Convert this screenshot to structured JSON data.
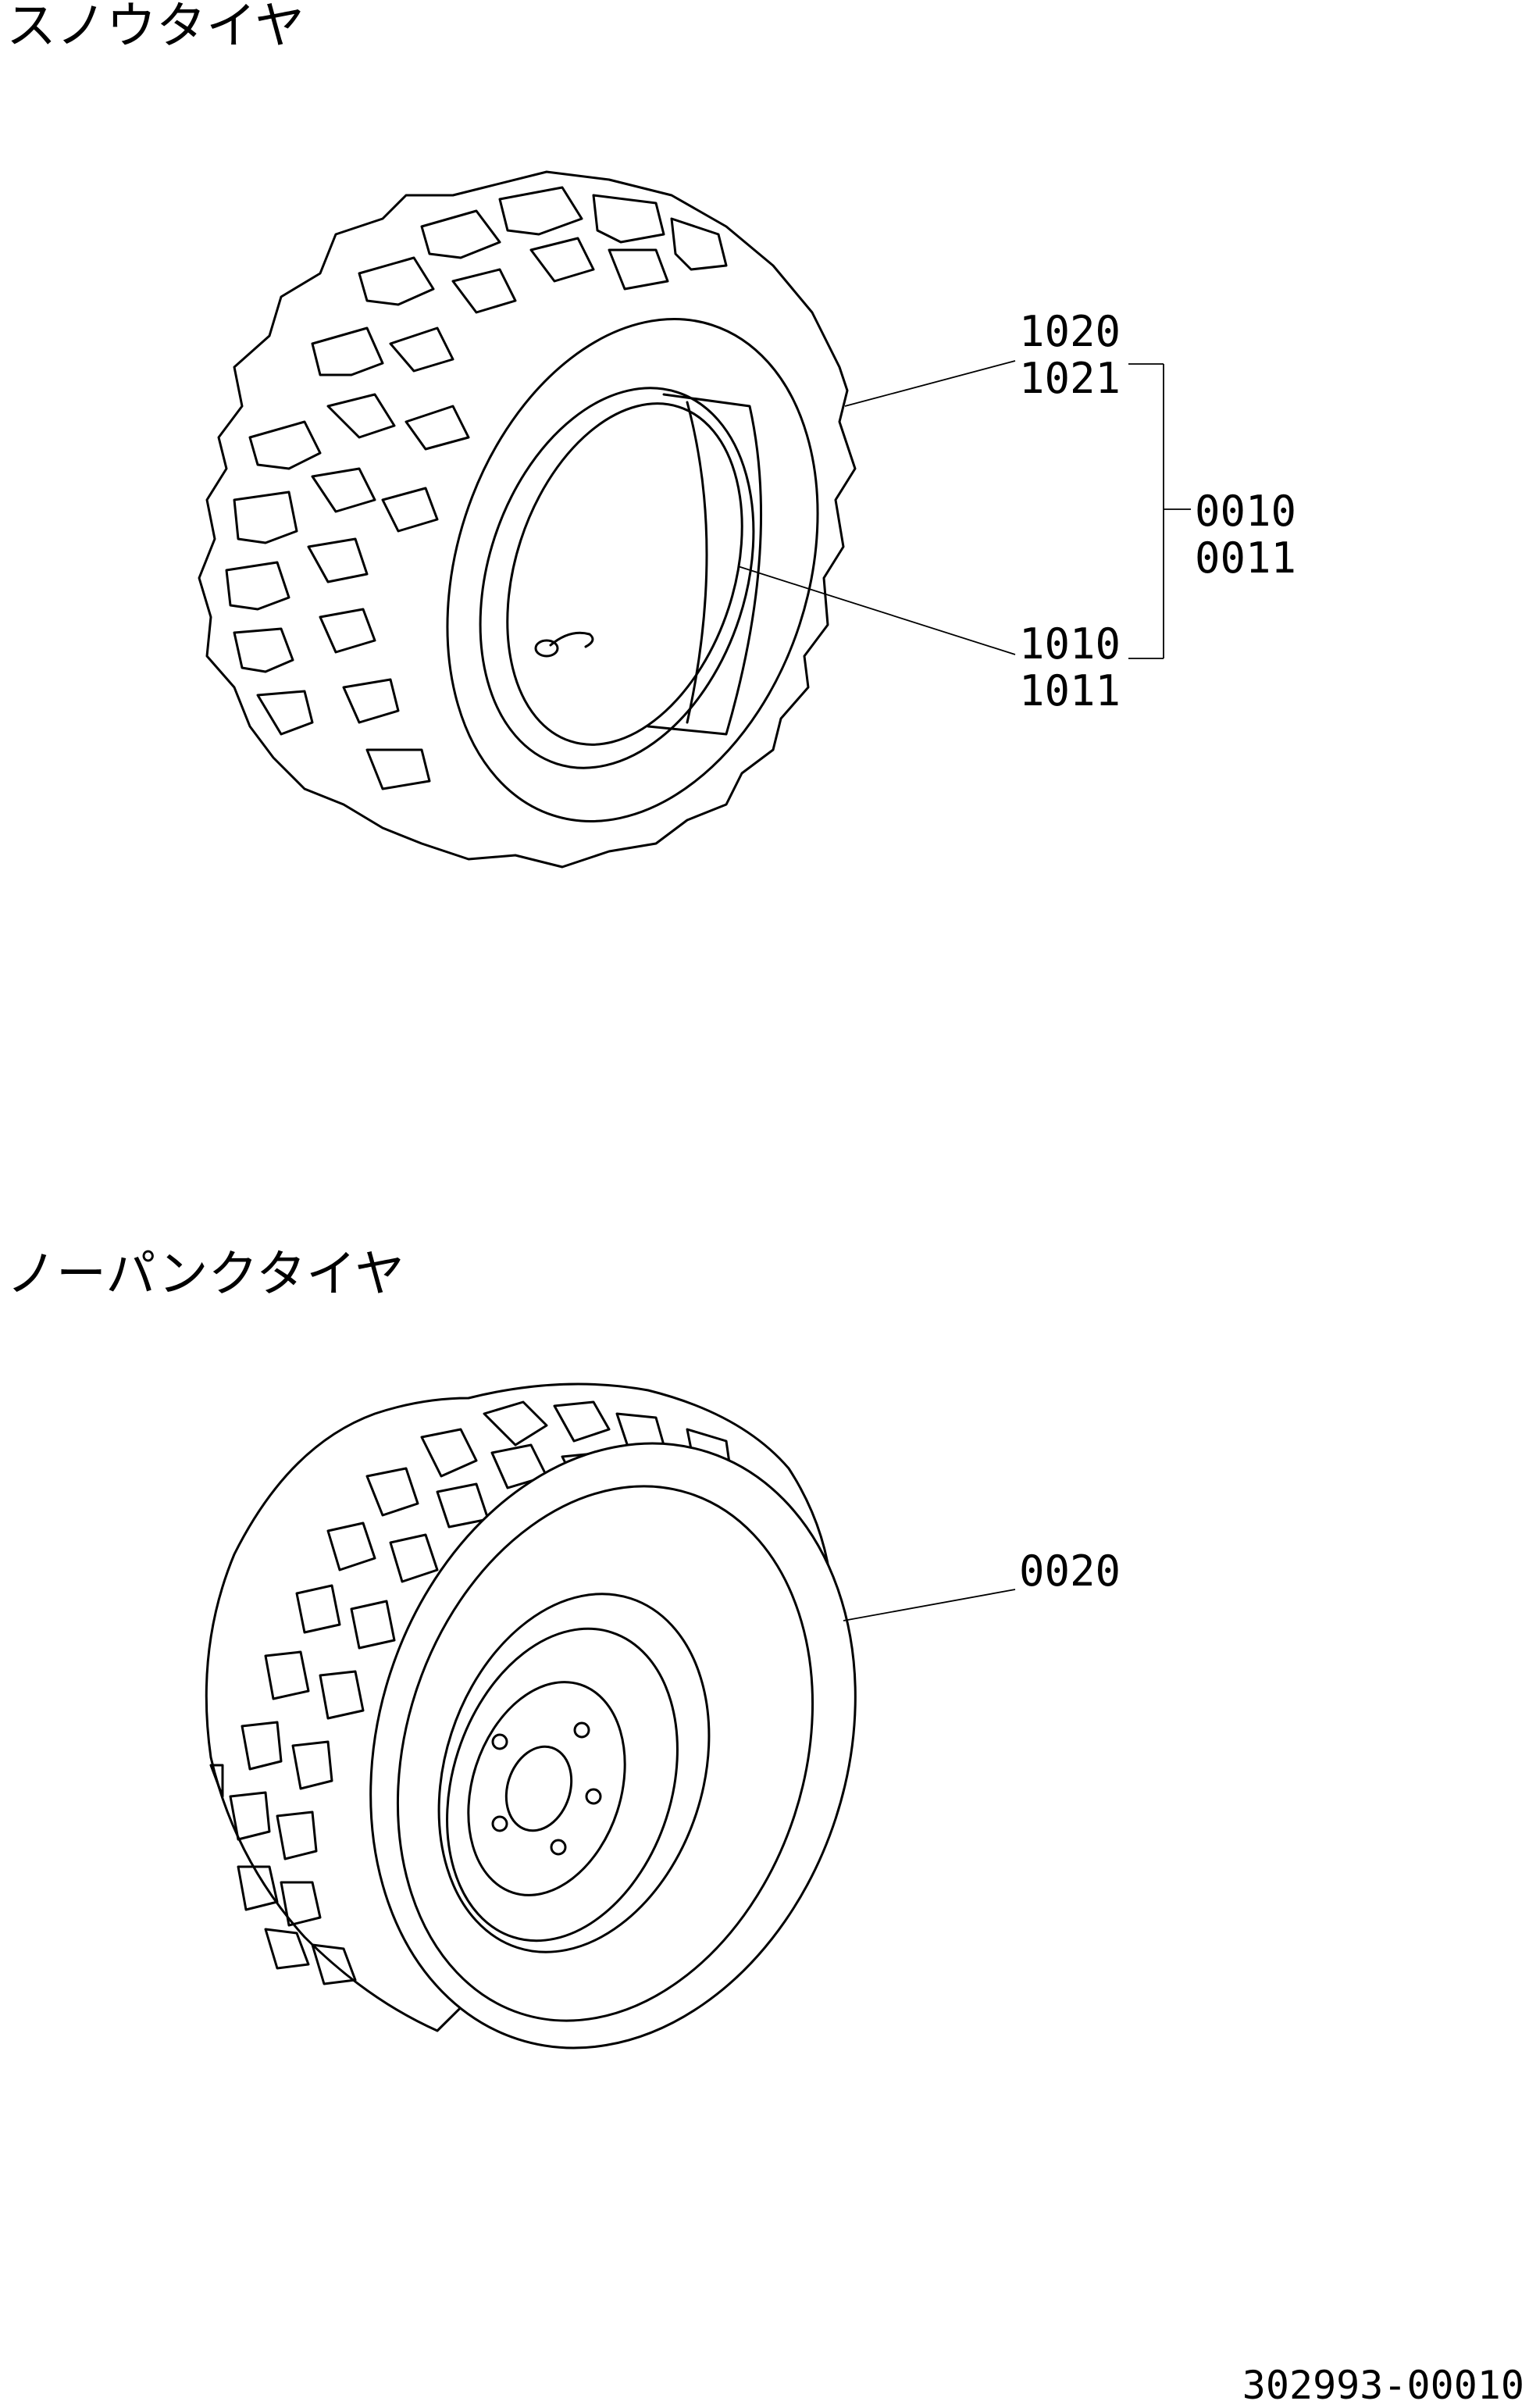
{
  "sections": [
    {
      "title": "スノウタイヤ",
      "callouts": {
        "tire_codes": [
          "1020",
          "1021"
        ],
        "rim_codes": [
          "1010",
          "1011"
        ],
        "assembly_codes": [
          "0010",
          "0011"
        ]
      }
    },
    {
      "title": "ノーパンクタイヤ",
      "callouts": {
        "assembly_codes": [
          "0020"
        ]
      }
    }
  ],
  "document_number": "302993-00010",
  "icons": {
    "snow_tire": "snow-tire-illustration",
    "no_puncture_tire": "no-puncture-tire-illustration"
  }
}
